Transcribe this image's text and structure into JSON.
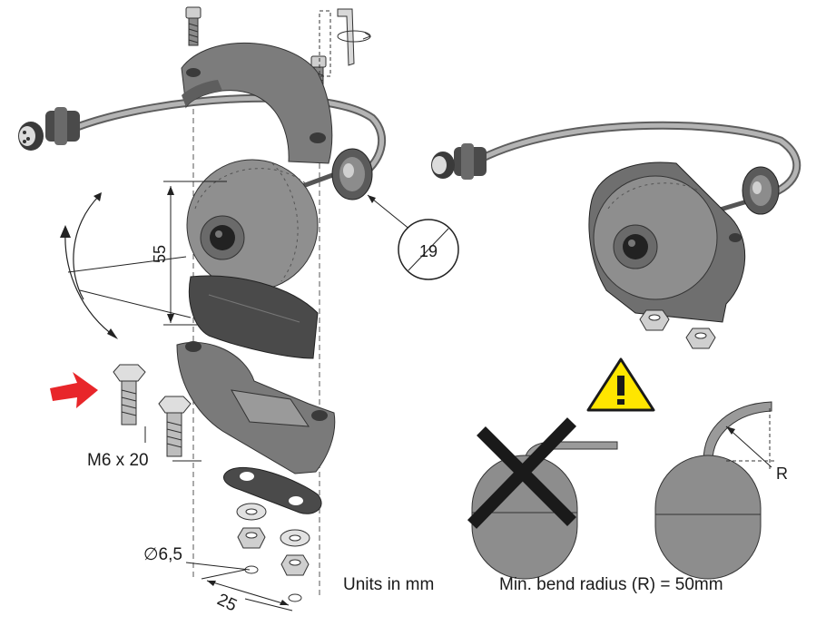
{
  "labels": {
    "height_dim": "55",
    "cable_dim": "19",
    "bolt_spec": "M6 x 20",
    "hole_dia": "∅6,5",
    "spacing_dim": "25",
    "units": "Units in mm",
    "bend_radius": "Min. bend radius (R) = 50mm",
    "radius_symbol": "R"
  },
  "colors": {
    "housing": "#7f7f7f",
    "housing_dark": "#5c5c5c",
    "ball": "#9a9a9a",
    "cable": "#a9a9a9",
    "warning_yellow": "#ffe600",
    "arrow_red": "#e8262a",
    "cross": "#1a1a1a"
  },
  "icons": [
    "warning-icon",
    "red-arrow-icon",
    "hex-key-icon",
    "cross-icon"
  ]
}
